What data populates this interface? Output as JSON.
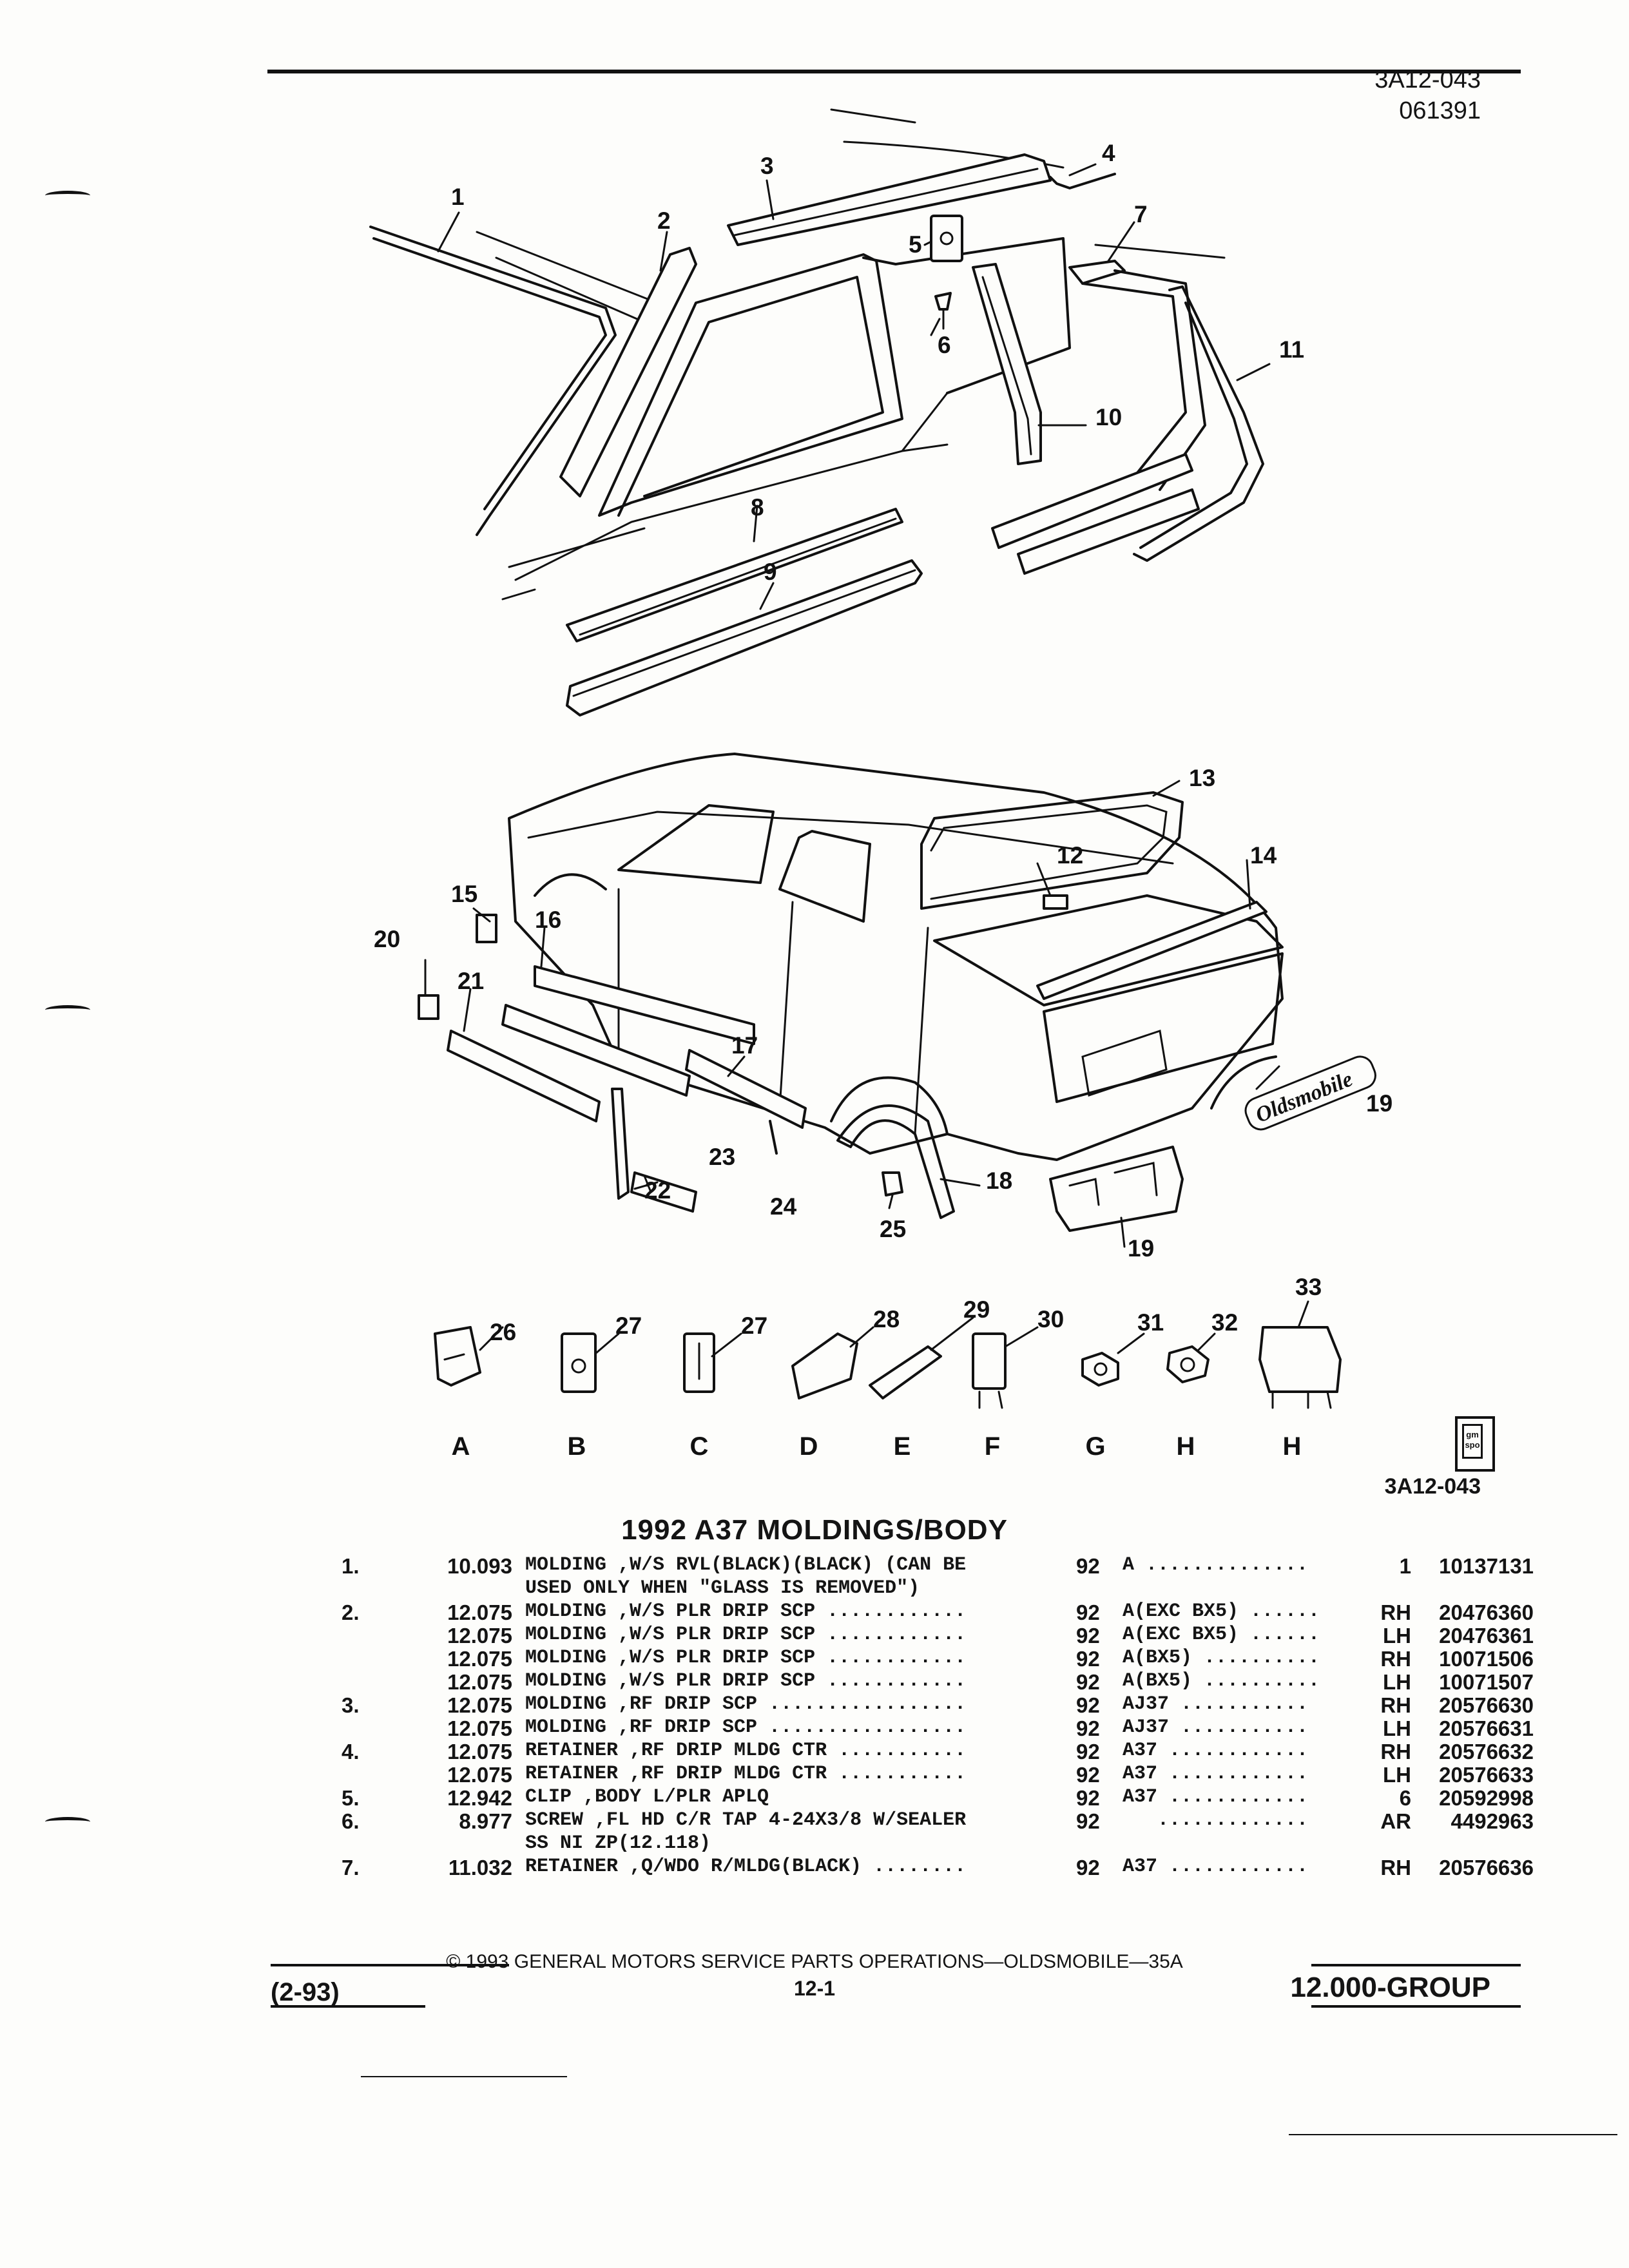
{
  "header": {
    "code": "3A12-043",
    "date_code": "061391"
  },
  "figure": {
    "callouts": [
      "1",
      "2",
      "3",
      "4",
      "5",
      "6",
      "7",
      "8",
      "9",
      "10",
      "11",
      "12",
      "13",
      "14",
      "15",
      "16",
      "17",
      "18",
      "19",
      "19",
      "20",
      "21",
      "22",
      "23",
      "24",
      "25",
      "26",
      "27",
      "27",
      "28",
      "29",
      "30",
      "31",
      "32",
      "33"
    ],
    "fastener_letters": [
      "A",
      "B",
      "C",
      "D",
      "E",
      "F",
      "G",
      "H",
      "H"
    ],
    "badge_text": "Oldsmobile",
    "figure_code": "3A12-043",
    "logo_text": "gm spo"
  },
  "section_title": "1992 A37 MOLDINGS/BODY",
  "parts": [
    {
      "idx": "1.",
      "group": "10.093",
      "desc": "MOLDING ,W/S RVL(BLACK)(BLACK) (CAN BE",
      "year": "92",
      "series": "A ..............",
      "qty": "1",
      "part": "10137131"
    },
    {
      "idx": "",
      "group": "",
      "desc": "USED ONLY WHEN \"GLASS IS REMOVED\")",
      "year": "",
      "series": "",
      "qty": "",
      "part": ""
    },
    {
      "idx": "2.",
      "group": "12.075",
      "desc": "MOLDING ,W/S PLR DRIP SCP ............",
      "year": "92",
      "series": "A(EXC BX5) ......",
      "qty": "RH",
      "part": "20476360"
    },
    {
      "idx": "",
      "group": "12.075",
      "desc": "MOLDING ,W/S PLR DRIP SCP ............",
      "year": "92",
      "series": "A(EXC BX5) ......",
      "qty": "LH",
      "part": "20476361"
    },
    {
      "idx": "",
      "group": "12.075",
      "desc": "MOLDING ,W/S PLR DRIP SCP ............",
      "year": "92",
      "series": "A(BX5) ..........",
      "qty": "RH",
      "part": "10071506"
    },
    {
      "idx": "",
      "group": "12.075",
      "desc": "MOLDING ,W/S PLR DRIP SCP ............",
      "year": "92",
      "series": "A(BX5) ..........",
      "qty": "LH",
      "part": "10071507"
    },
    {
      "idx": "3.",
      "group": "12.075",
      "desc": "MOLDING ,RF DRIP SCP .................",
      "year": "92",
      "series": "AJ37 ...........",
      "qty": "RH",
      "part": "20576630"
    },
    {
      "idx": "",
      "group": "12.075",
      "desc": "MOLDING ,RF DRIP SCP .................",
      "year": "92",
      "series": "AJ37 ...........",
      "qty": "LH",
      "part": "20576631"
    },
    {
      "idx": "4.",
      "group": "12.075",
      "desc": "RETAINER ,RF DRIP MLDG CTR ...........",
      "year": "92",
      "series": "A37 ............",
      "qty": "RH",
      "part": "20576632"
    },
    {
      "idx": "",
      "group": "12.075",
      "desc": "RETAINER ,RF DRIP MLDG CTR ...........",
      "year": "92",
      "series": "A37 ............",
      "qty": "LH",
      "part": "20576633"
    },
    {
      "idx": "5.",
      "group": "12.942",
      "desc": "CLIP ,BODY L/PLR APLQ",
      "year": "92",
      "series": "A37 ............",
      "qty": "6",
      "part": "20592998"
    },
    {
      "idx": "6.",
      "group": "8.977",
      "desc": "SCREW ,FL HD C/R TAP 4-24X3/8 W/SEALER",
      "year": "92",
      "series": "   .............",
      "qty": "AR",
      "part": "4492963"
    },
    {
      "idx": "",
      "group": "",
      "desc": "SS NI ZP(12.118)",
      "year": "",
      "series": "",
      "qty": "",
      "part": ""
    },
    {
      "idx": "7.",
      "group": "11.032",
      "desc": "RETAINER ,Q/WDO R/MLDG(BLACK) ........",
      "year": "92",
      "series": "A37 ............",
      "qty": "RH",
      "part": "20576636"
    }
  ],
  "footer": {
    "copyright": "© 1993 GENERAL MOTORS SERVICE PARTS OPERATIONS—OLDSMOBILE—35A",
    "page": "12-1",
    "date": "(2-93)",
    "group": "12.000-GROUP"
  }
}
